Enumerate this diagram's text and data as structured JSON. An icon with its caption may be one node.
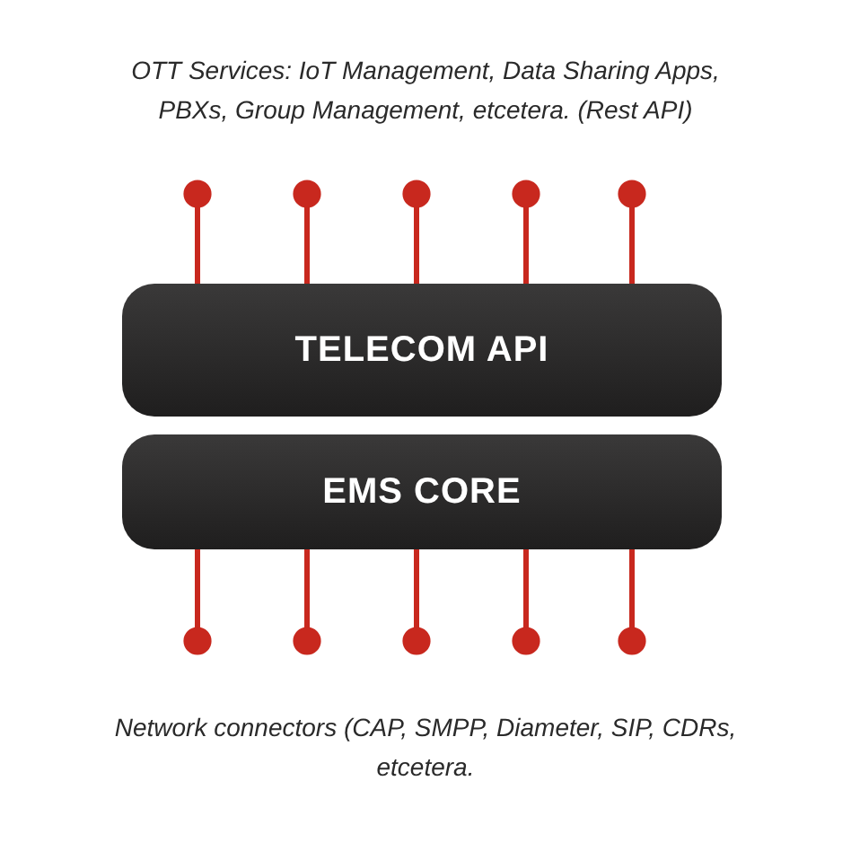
{
  "diagram": {
    "nodes": [
      {
        "text": [
          "TELECOM API"
        ]
      },
      {
        "text": [
          "EMS CORE"
        ]
      }
    ],
    "edges": [
      {
        "from": null,
        "to": 0,
        "arrow": "other",
        "color": "#c8281e"
      },
      {
        "from": null,
        "to": 0,
        "arrow": "other",
        "color": "#c8281e"
      },
      {
        "from": null,
        "to": 0,
        "arrow": "other",
        "color": "#c8281e"
      },
      {
        "from": null,
        "to": 0,
        "arrow": "other",
        "color": "#c8281e"
      },
      {
        "from": null,
        "to": 0,
        "arrow": "other",
        "color": "#c8281e"
      },
      {
        "from": 1,
        "to": null,
        "arrow": "other",
        "color": "#c8281e"
      },
      {
        "from": 1,
        "to": null,
        "arrow": "other",
        "color": "#c8281e"
      },
      {
        "from": 1,
        "to": null,
        "arrow": "other",
        "color": "#c8281e"
      },
      {
        "from": 1,
        "to": null,
        "arrow": "other",
        "color": "#c8281e"
      },
      {
        "from": 1,
        "to": null,
        "arrow": "other",
        "color": "#c8281e"
      }
    ],
    "labels": [
      "OTT Services: IoT Management, Data Sharing Apps, PBXs, Group Management, etcetera. (Rest API)",
      "Network connectors (CAP, SMPP, Diameter, SIP, CDRs, etcetera."
    ]
  }
}
